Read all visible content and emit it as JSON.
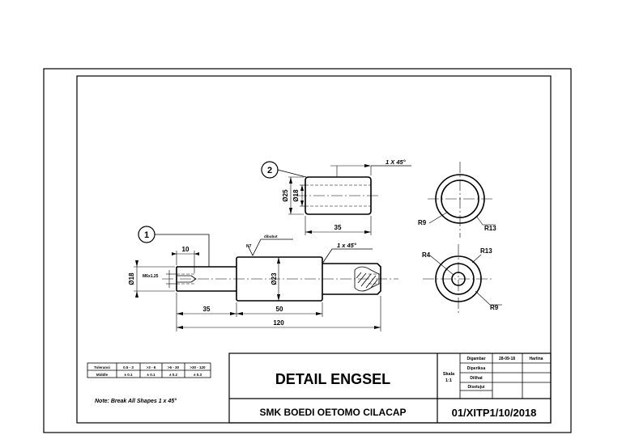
{
  "part1": {
    "balloon": "1",
    "dim_total": "120",
    "dim_left": "35",
    "dim_mid": "50",
    "dim_thread_len": "10",
    "dim_dia_small": "Ø18",
    "dim_dia_big": "Ø23",
    "thread": "M6x1.25",
    "surface_mark": "N7",
    "surface_note": "dibubut",
    "chamfer": "1 x 45°"
  },
  "part2": {
    "balloon": "2",
    "dim_len": "35",
    "dim_dia_outer": "Ø25",
    "dim_dia_inner": "Ø18",
    "chamfer": "1 X 45°"
  },
  "circle_views": {
    "top_left_radius": "R9",
    "top_right_radius": "R13",
    "bottom_left_radius": "R4",
    "bottom_top_radius": "R13",
    "bottom_right_radius": "R9"
  },
  "tolerance_table": {
    "header": [
      "Toleransi",
      "0.5 - 3",
      ">3 - 6",
      ">6 - 30",
      ">30 - 120"
    ],
    "row": [
      "Middle",
      "± 0.1",
      "± 0.1",
      "± 0.2",
      "± 0.3"
    ]
  },
  "note": "Note: Break All Shapes 1 x 45°",
  "title_block": {
    "title": "DETAIL ENGSEL",
    "school": "SMK BOEDI OETOMO CILACAP",
    "drawing_no": "01/XITP1/10/2018",
    "scale_label": "Skala",
    "scale_value": "1:1",
    "rows": [
      {
        "label": "Digambar",
        "value": "28-09-18",
        "name": "Harlina"
      },
      {
        "label": "Diperiksa",
        "value": "",
        "name": ""
      },
      {
        "label": "Dilihat",
        "value": "",
        "name": ""
      },
      {
        "label": "Disetujui",
        "value": "",
        "name": ""
      }
    ]
  }
}
